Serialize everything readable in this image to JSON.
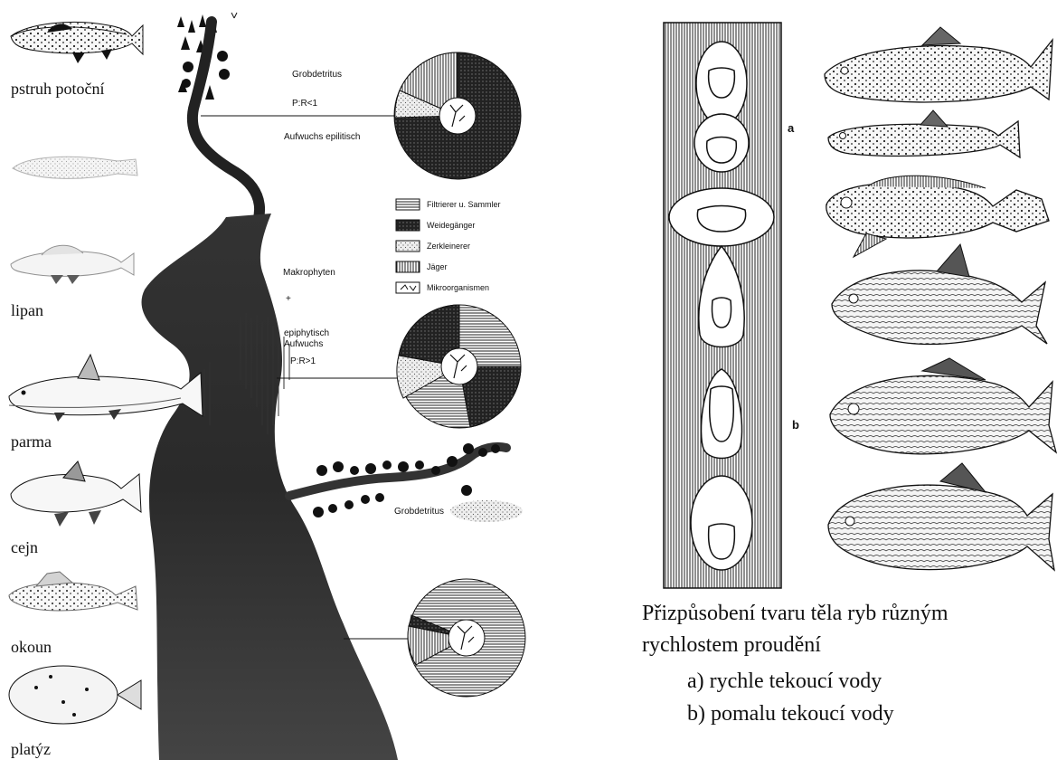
{
  "left_figure": {
    "fish_labels": {
      "trout": "pstruh potoční",
      "grayling": "lipan",
      "barbel": "parma",
      "bream": "cejn",
      "perch": "okoun",
      "flounder": "platýz"
    },
    "zones": {
      "upper_title": "Grobdetritus",
      "upper_ratio": "P:R<1",
      "upper_growth": "Aufwuchs epilitisch",
      "middle_title": "Makrophyten",
      "middle_plus": "+",
      "middle_growth_1": "epiphytisch",
      "middle_growth_2": "Aufwuchs",
      "middle_ratio": "P:R>1",
      "tributary_label": "Grobdetritus"
    },
    "legend": [
      {
        "label": "Filtrierer u. Sammler",
        "pattern": "horizontal-lines"
      },
      {
        "label": "Weidegänger",
        "pattern": "dark-dotted"
      },
      {
        "label": "Zerkleinerer",
        "pattern": "light-stipple"
      },
      {
        "label": "Jäger",
        "pattern": "vertical-lines"
      },
      {
        "label": "Mikroorganismen",
        "pattern": "branch-symbol"
      }
    ]
  },
  "right_figure": {
    "marker_a": "a",
    "marker_b": "b",
    "caption_line_1": "Přizpůsobení tvaru těla ryb různým",
    "caption_line_2": "rychlostem proudění",
    "caption_item_a": "a) rychle tekoucí vody",
    "caption_item_b": "b) pomalu tekoucí vody"
  }
}
